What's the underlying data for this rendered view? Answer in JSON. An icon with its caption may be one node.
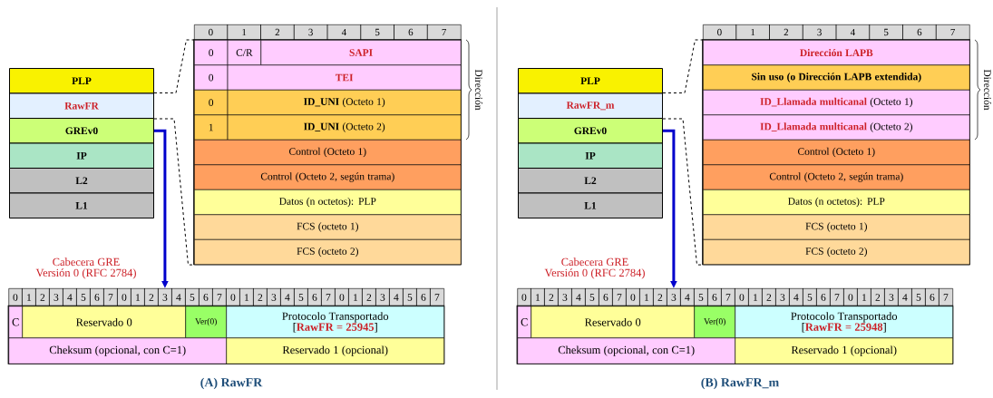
{
  "diagram": {
    "nodes": [
      {
        "text": [
          "PLP"
        ]
      },
      {
        "text": [
          "RawFR"
        ]
      },
      {
        "text": [
          "GREv0"
        ]
      },
      {
        "text": [
          "IP"
        ]
      },
      {
        "text": [
          "L2"
        ]
      },
      {
        "text": [
          "L1"
        ]
      },
      {
        "text": [],
        "shape": "box"
      },
      {
        "text": [
          "0"
        ],
        "in": 6
      },
      {
        "text": [
          "C/R"
        ],
        "in": 6
      },
      {
        "text": [
          "SAPI"
        ],
        "in": 6
      },
      {
        "text": [
          "0"
        ],
        "in": 6
      },
      {
        "text": [
          "TEI"
        ],
        "in": 6
      },
      {
        "text": [
          "0"
        ],
        "in": 6
      },
      {
        "text": [
          "**ID_UNI** (Octeto 1)"
        ],
        "in": 6
      },
      {
        "text": [
          "1"
        ],
        "in": 6
      },
      {
        "text": [
          "**ID_UNI** (Octeto 2)"
        ],
        "in": 6
      },
      {
        "text": [
          "Control (Octeto 1)"
        ],
        "in": 6
      },
      {
        "text": [
          "Control (Octeto 2, según trama)"
        ],
        "in": 6
      },
      {
        "text": [
          "Datos (n octetos): PLP"
        ],
        "in": 6
      },
      {
        "text": [
          "FCS (octeto 1)"
        ],
        "in": 6
      },
      {
        "text": [
          "FCS (octeto 2)"
        ],
        "in": 6
      },
      {
        "text": [],
        "shape": "box"
      },
      {
        "text": [
          "C"
        ],
        "in": 21
      },
      {
        "text": [
          "Reservado 0"
        ],
        "in": 21
      },
      {
        "text": [
          "Ver(0)"
        ],
        "in": 21
      },
      {
        "text": [
          "Protocolo Transportado [**RawFR = 25945**]"
        ],
        "in": 21
      },
      {
        "text": [
          "Cheksum (opcional, con C=1)"
        ],
        "in": 21
      },
      {
        "text": [
          "Reservado 1 (opcional)"
        ],
        "in": 21
      },
      {
        "text": [
          "PLP"
        ]
      },
      {
        "text": [
          "RawFR_m"
        ]
      },
      {
        "text": [
          "GREv0"
        ]
      },
      {
        "text": [
          "IP"
        ]
      },
      {
        "text": [
          "L2"
        ]
      },
      {
        "text": [
          "L1"
        ]
      },
      {
        "text": [],
        "shape": "box"
      },
      {
        "text": [
          "Dirección LAPB"
        ],
        "in": 34
      },
      {
        "text": [
          "Sin uso (o Dirección LAPB extendida)"
        ],
        "in": 34
      },
      {
        "text": [
          "**ID_Llamada multicanal** (Octeto 1)"
        ],
        "in": 34
      },
      {
        "text": [
          "**ID_Llamada multicanal** (Octeto 2)"
        ],
        "in": 34
      },
      {
        "text": [
          "Control (Octeto 1)"
        ],
        "in": 34
      },
      {
        "text": [
          "Control (Octeto 2, según trama)"
        ],
        "in": 34
      },
      {
        "text": [
          "Datos (n octetos): PLP"
        ],
        "in": 34
      },
      {
        "text": [
          "FCS (octeto 1)"
        ],
        "in": 34
      },
      {
        "text": [
          "FCS (octeto 2)"
        ],
        "in": 34
      },
      {
        "text": [],
        "shape": "box"
      },
      {
        "text": [
          "C"
        ],
        "in": 44
      },
      {
        "text": [
          "Reservado 0"
        ],
        "in": 44
      },
      {
        "text": [
          "Ver(0)"
        ],
        "in": 44
      },
      {
        "text": [
          "Protocolo Transportado [**RawFR = 25948**]"
        ],
        "in": 44
      },
      {
        "text": [
          "Cheksum (opcional, con C=1)"
        ],
        "in": 44
      },
      {
        "text": [
          "Reservado 1 (opcional)"
        ],
        "in": 44
      }
    ],
    "edges": [
      {
        "from": 1,
        "to": 6,
        "arrow": "none",
        "style": "dashed"
      },
      {
        "from": 1,
        "to": 6,
        "arrow": "none",
        "style": "dashed"
      },
      {
        "from": 2,
        "to": 21,
        "arrow": "to",
        "style": "thick",
        "color": "#0000cc"
      },
      {
        "from": 29,
        "to": 34,
        "arrow": "none",
        "style": "dashed"
      },
      {
        "from": 29,
        "to": 34,
        "arrow": "none",
        "style": "dashed"
      },
      {
        "from": 30,
        "to": 44,
        "arrow": "to",
        "style": "thick",
        "color": "#0000cc"
      }
    ],
    "labels": [
      "0",
      "1",
      "2",
      "3",
      "4",
      "5",
      "6",
      "7",
      "Dirección",
      "Cabecera GRE Versión 0 (RFC 2784)",
      "0",
      "1",
      "2",
      "3",
      "4",
      "5",
      "6",
      "7",
      "0",
      "1",
      "2",
      "3",
      "4",
      "5",
      "6",
      "7",
      "0",
      "1",
      "2",
      "3",
      "4",
      "5",
      "6",
      "7",
      "0",
      "1",
      "2",
      "3",
      "4",
      "5",
      "6",
      "7",
      "(A) RawFR",
      "0",
      "1",
      "2",
      "3",
      "4",
      "5",
      "6",
      "7",
      "Dirección",
      "Cabecera GRE Versión 0 (RFC 2784)",
      "0",
      "1",
      "2",
      "3",
      "4",
      "5",
      "6",
      "7",
      "0",
      "1",
      "2",
      "3",
      "4",
      "5",
      "6",
      "7",
      "0",
      "1",
      "2",
      "3",
      "4",
      "5",
      "6",
      "7",
      "0",
      "1",
      "2",
      "3",
      "4",
      "5",
      "6",
      "7",
      "(B) RawFR_m"
    ]
  }
}
